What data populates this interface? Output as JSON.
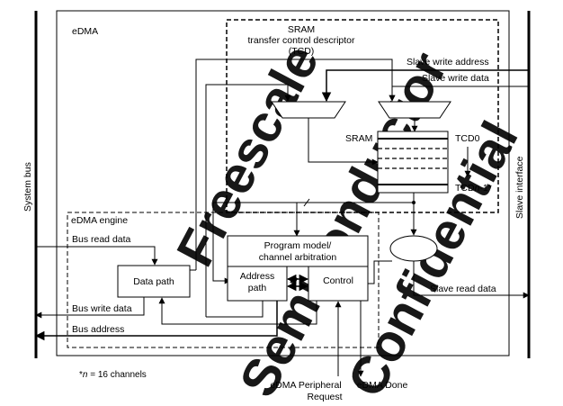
{
  "diagram": {
    "edma_title": "eDMA",
    "system_bus": "System bus",
    "slave_interface": "Slave interface",
    "sram_block_line1": "SRAM",
    "sram_block_line2": "transfer control descriptor",
    "sram_block_line3": "(TCD)",
    "slave_write_address": "Slave write address",
    "slave_write_data": "Slave write data",
    "sram_label": "SRAM",
    "tcd0": "TCD0",
    "tcdn_prefix": "TCD",
    "tcdn_italic": "n",
    "tcdn_suffix": "-1*",
    "engine_title": "eDMA engine",
    "bus_read_data": "Bus read data",
    "program_model_line1": "Program model/",
    "program_model_line2": "channel arbitration",
    "data_path": "Data path",
    "address_path_line1": "Address",
    "address_path_line2": "path",
    "control": "Control",
    "slave_read_data": "Slave read data",
    "bus_write_data": "Bus write data",
    "bus_address": "Bus address",
    "footnote_star": "*",
    "footnote_n": "n",
    "footnote_rest": " = 16 channels",
    "peripheral_request_line1": "eDMA Peripheral",
    "peripheral_request_line2": "Request",
    "edma_done": "eDMA Done"
  },
  "watermark": {
    "text1": "Freescale",
    "text2": "Semiconductor",
    "text3": "Confidential",
    "color": "#ffff00"
  }
}
